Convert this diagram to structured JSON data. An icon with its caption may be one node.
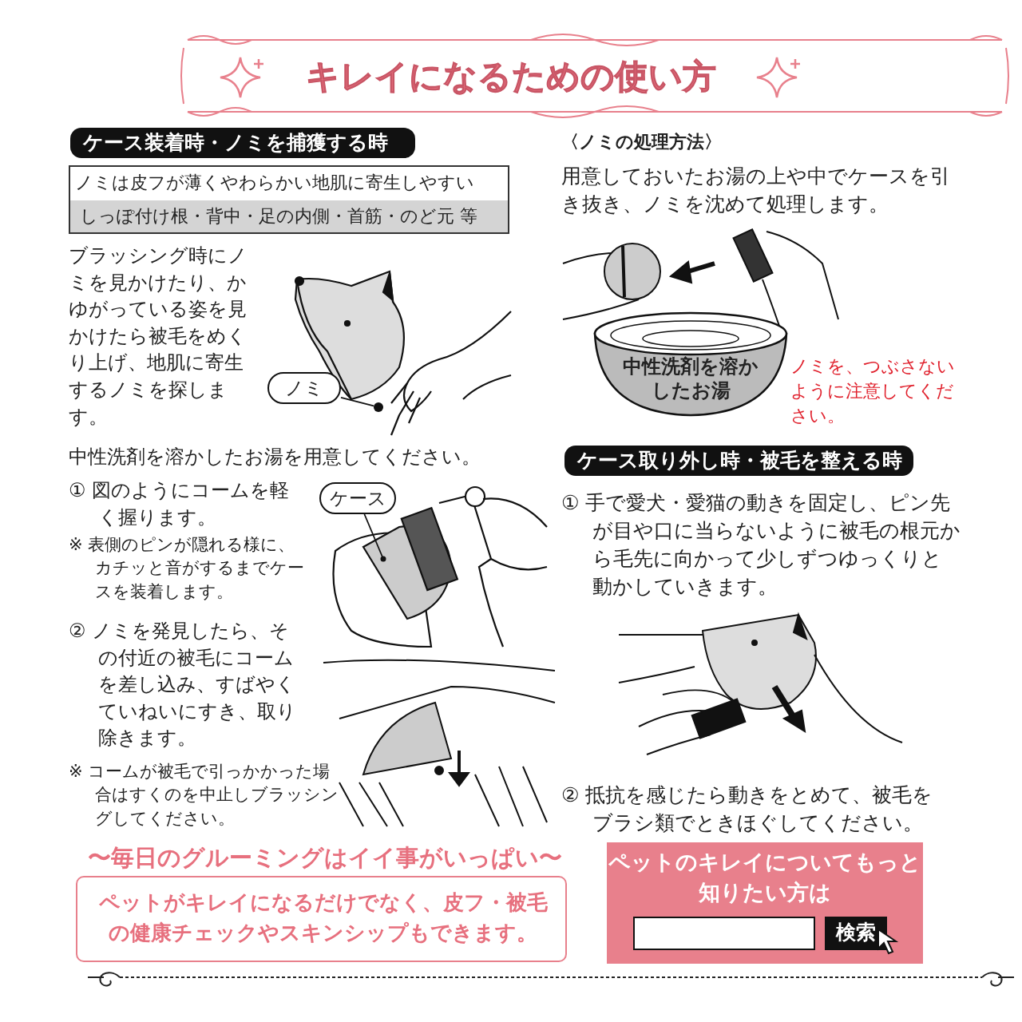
{
  "diagram": {
    "title": "キレイになるための使い方",
    "nodes": [
      {
        "text": [
          "ケース装着時・ノミを捕獲する時"
        ]
      },
      {
        "text": [
          "ノミは皮フが薄くやわらかい地肌に寄生しやすい",
          "しっぽ付け根・背中・足の内側・首筋・のど元 等"
        ]
      },
      {
        "text": [
          "ノミ"
        ]
      },
      {
        "text": [],
        "shape": "circle"
      },
      {
        "text": [
          "ケース"
        ]
      },
      {
        "text": [
          "中性洗剤を溶かしたお湯"
        ]
      },
      {
        "text": [
          "ケース取り外し時・被毛を整える時"
        ]
      },
      {
        "text": [
          "〜毎日のグルーミングはイイ事がいっぱい〜",
          "ペットがキレイになるだけでなく、皮フ・被毛の健康チェックやスキンシップもできます。"
        ]
      },
      {
        "text": [
          "ペットのキレイについてもっと知りたい方は"
        ]
      },
      {
        "text": [],
        "shape": "box",
        "in": 8
      },
      {
        "text": [
          "検索"
        ],
        "in": 8
      }
    ],
    "edges": [
      {
        "from": 2,
        "to": 3,
        "arrow": "none"
      },
      {
        "from": 4,
        "to": null,
        "arrow": "other"
      }
    ],
    "labels": [
      "ブラッシング時にノミを見かけたり、かゆがっている姿を見かけたら被毛をめくり上げ、地肌に寄生するノミを探します。",
      "中性洗剤を溶かしたお湯を用意してください。",
      "① 図のようにコームを軽く握ります。",
      "※ 表側のピンが隠れる様に、カチッと音がするまでケースを装着します。",
      "② ノミを発見したら、その付近の被毛にコームを差し込み、すばやくていねいにすき、取り除きます。",
      "※ コームが被毛で引っかかった場合はすくのを中止しブラッシングしてください。",
      "〈ノミの処理方法〉",
      "用意しておいたお湯の上や中でケースを引き抜き、ノミを沈めて処理します。",
      "ノミを、つぶさないように注意してください。",
      "① 手で愛犬・愛猫の動きを固定し、ピン先が目や口に当らないように被毛の根元から毛先に向かって少しずつゆっくりと動かしていきます。",
      "② 抵抗を感じたら動きをとめて、被毛をブラシ類でときほぐしてください。"
    ]
  }
}
